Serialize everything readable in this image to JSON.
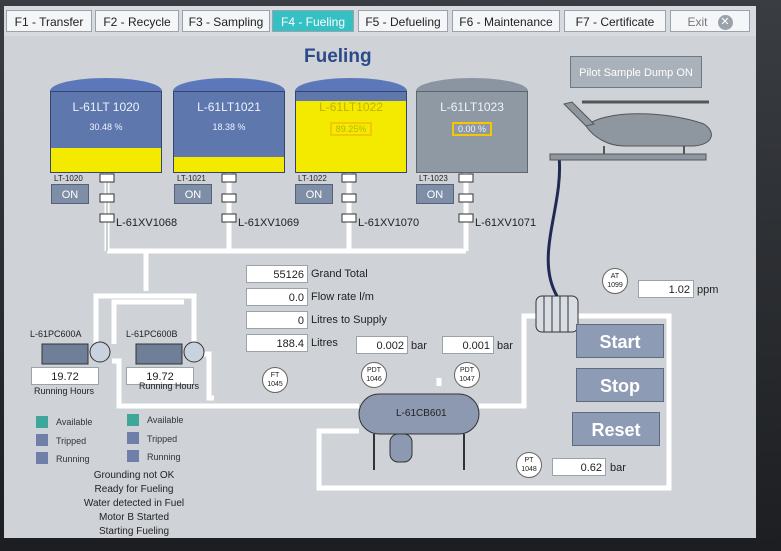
{
  "tabs": [
    {
      "label": "F1 - Transfer"
    },
    {
      "label": "F2 - Recycle"
    },
    {
      "label": "F3 - Sampling"
    },
    {
      "label": "F4 - Fueling"
    },
    {
      "label": "F5 - Defueling"
    },
    {
      "label": "F6 - Maintenance"
    },
    {
      "label": "F7 - Certificate"
    },
    {
      "label": "Exit"
    }
  ],
  "page_title": "Fueling",
  "pilot_button": "Pilot Sample Dump ON",
  "tanks": [
    {
      "name": "L-61LT 1020",
      "value": "30.48 %",
      "level_percent": 30.48,
      "lt_label": "LT-1020",
      "on": "ON",
      "valve": "L-61XV1068"
    },
    {
      "name": "L-61LT1021",
      "value": "18.38 %",
      "level_percent": 18.38,
      "lt_label": "LT-1021",
      "on": "ON",
      "valve": "L-61XV1069"
    },
    {
      "name": "L-61LT1022",
      "value": "89.25%",
      "level_percent": 89.25,
      "lt_label": "LT-1022",
      "on": "ON",
      "valve": "L-61XV1070"
    },
    {
      "name": "L-61LT1023",
      "value": "0.00 %",
      "level_percent": 0.0,
      "lt_label": "LT-1023",
      "on": "ON",
      "valve": "L-61XV1071"
    }
  ],
  "readouts": {
    "grand_total": {
      "value": "55126",
      "label": "Grand Total"
    },
    "flow_rate": {
      "value": "0.0",
      "label": "Flow rate  l/m"
    },
    "litres_to_supply": {
      "value": "0",
      "label": "Litres to Supply"
    },
    "litres": {
      "value": "188.4",
      "label": "Litres"
    },
    "pdt1046": {
      "value": "0.002",
      "unit": "bar"
    },
    "pdt1047": {
      "value": "0.001",
      "unit": "bar"
    },
    "at1099": {
      "value": "1.02",
      "unit": "ppm"
    },
    "pt1048": {
      "value": "0.62",
      "unit": "bar"
    }
  },
  "instruments": {
    "ft": "FT\n1045",
    "pdt1046": "PDT\n1046",
    "pdt1047": "PDT\n1047",
    "at": "AT\n1099",
    "pt": "PT\n1048"
  },
  "vessel_label": "L-61CB601",
  "pumps": [
    {
      "label": "L-61PC600A",
      "hours": "19.72",
      "hours_label": "Running Hours"
    },
    {
      "label": "L-61PC600B",
      "hours": "19.72",
      "hours_label": "Running Hours"
    }
  ],
  "legend": [
    {
      "label": "Available",
      "color": "#3ea79a"
    },
    {
      "label": "Tripped",
      "color": "#6f7fa9"
    },
    {
      "label": "Running",
      "color": "#6f7fa9"
    }
  ],
  "controls": {
    "start": "Start",
    "stop": "Stop",
    "reset": "Reset"
  },
  "status": [
    "Grounding not OK",
    "Ready for Fueling",
    "Water detected in Fuel",
    "Motor B Started",
    "Starting Fueling"
  ],
  "colors": {
    "active_tab": "#35c1c4",
    "tank_fill": "#f4ea00",
    "tank_body": "#5e78ad",
    "title": "#2c4a8a"
  }
}
